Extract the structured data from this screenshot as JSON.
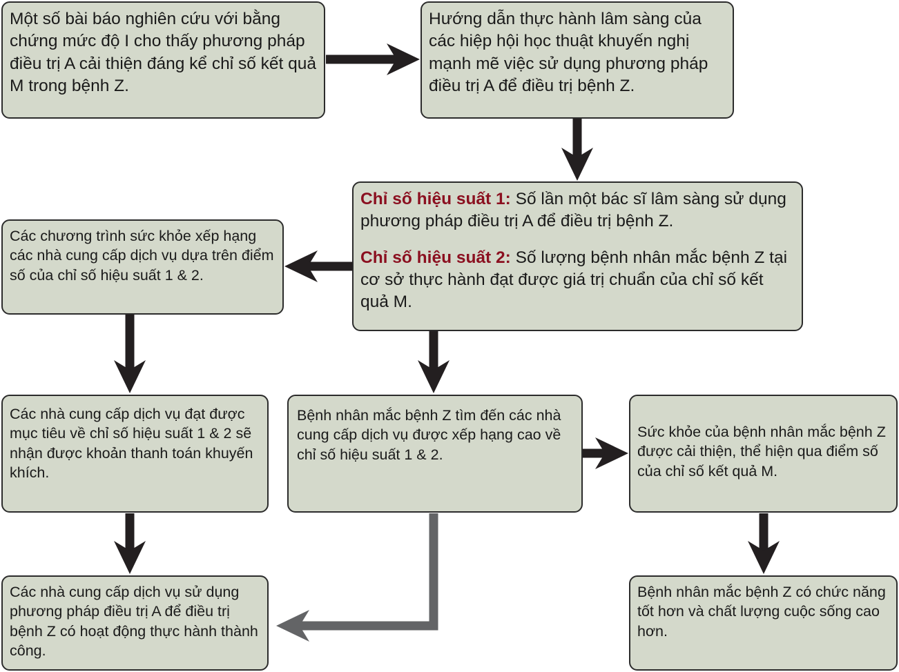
{
  "nodes": {
    "evidence": "Một số bài báo nghiên cứu với bằng chứng mức độ I cho thấy phương pháp điều trị A cải thiện đáng kể chỉ số kết quả M trong bệnh Z.",
    "guidelines": "Hướng dẫn thực hành lâm sàng của các hiệp hội học thuật khuyến nghị mạnh mẽ việc sử dụng phương pháp điều trị A để điều trị bệnh Z.",
    "metrics": {
      "m1_label": "Chỉ số hiệu suất 1:",
      "m1_text": " Số lần một bác sĩ lâm sàng sử dụng phương pháp điều trị A để điều trị bệnh Z.",
      "m2_label": "Chỉ số hiệu suất 2:",
      "m2_text": " Số lượng bệnh nhân mắc bệnh Z tại cơ sở thực hành đạt được giá trị chuẩn của chỉ số kết quả M."
    },
    "rankings": "Các chương trình sức khỏe xếp hạng các nhà cung cấp dịch vụ dựa trên điểm số của chỉ số hiệu suất 1 & 2.",
    "incentives": "Các nhà cung cấp dịch vụ đạt được mục tiêu về chỉ số hiệu suất 1 & 2 sẽ nhận được khoản thanh toán khuyến khích.",
    "patients_seek": "Bệnh nhân mắc bệnh Z tìm đến các nhà cung cấp dịch vụ được xếp hạng cao về chỉ số hiệu suất 1 & 2.",
    "health_improved": "Sức khỏe của bệnh nhân mắc bệnh Z được cải thiện, thể hiện qua điểm số của chỉ số kết quả M.",
    "success": "Các nhà cung cấp dịch vụ sử dụng phương pháp điều trị A để điều trị bệnh Z có hoạt động thực hành thành công.",
    "better_function": "Bệnh nhân mắc bệnh Z có chức năng tốt hơn và chất lượng cuộc sống cao hơn."
  },
  "colors": {
    "box_fill": "#d4d9cb",
    "highlight": "#8b1020",
    "arrow": "#231f20",
    "arrow_secondary": "#636466"
  }
}
